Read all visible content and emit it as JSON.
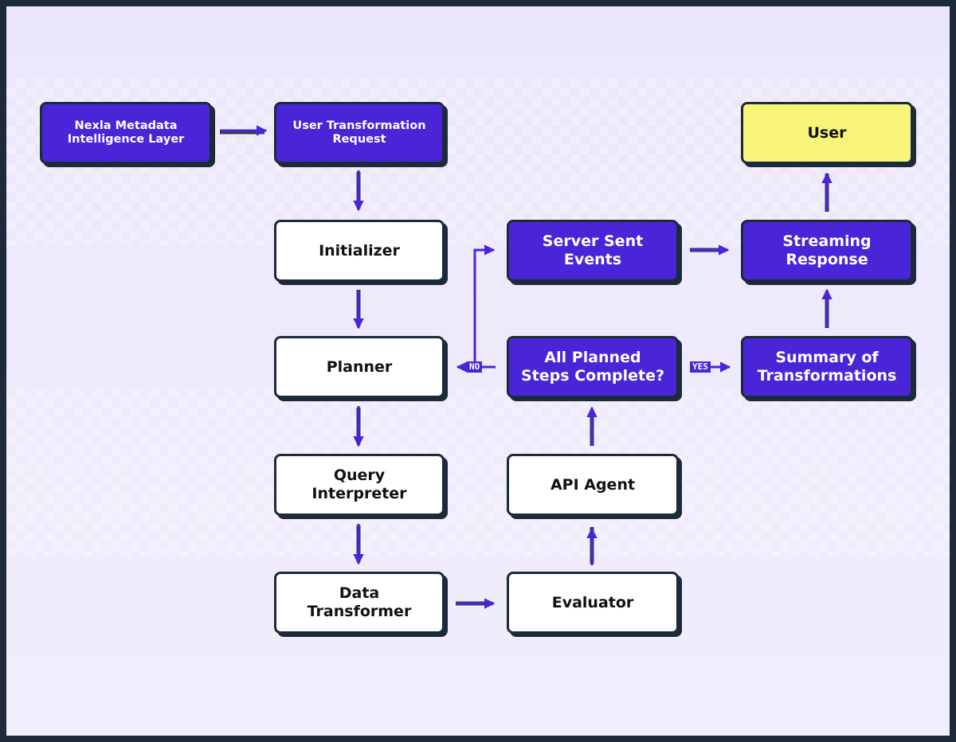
{
  "nodes": {
    "nexla": "Nexla Metadata\nIntelligence Layer",
    "user_request": "User Transformation\nRequest",
    "initializer": "Initializer",
    "planner": "Planner",
    "query_interpreter": "Query\nInterpreter",
    "data_transformer": "Data\nTransformer",
    "evaluator": "Evaluator",
    "api_agent": "API Agent",
    "all_steps_complete": "All Planned\nSteps Complete?",
    "server_sent_events": "Server Sent\nEvents",
    "streaming_response": "Streaming\nResponse",
    "summary": "Summary of\nTransformations",
    "user": "User"
  },
  "edge_labels": {
    "no": "NO",
    "yes": "YES"
  },
  "colors": {
    "primary_node": "#4a25d8",
    "neutral_node": "#ffffff",
    "highlight_node": "#f7f47a",
    "border": "#1c2a3a",
    "arrow": "#4a25d8"
  }
}
